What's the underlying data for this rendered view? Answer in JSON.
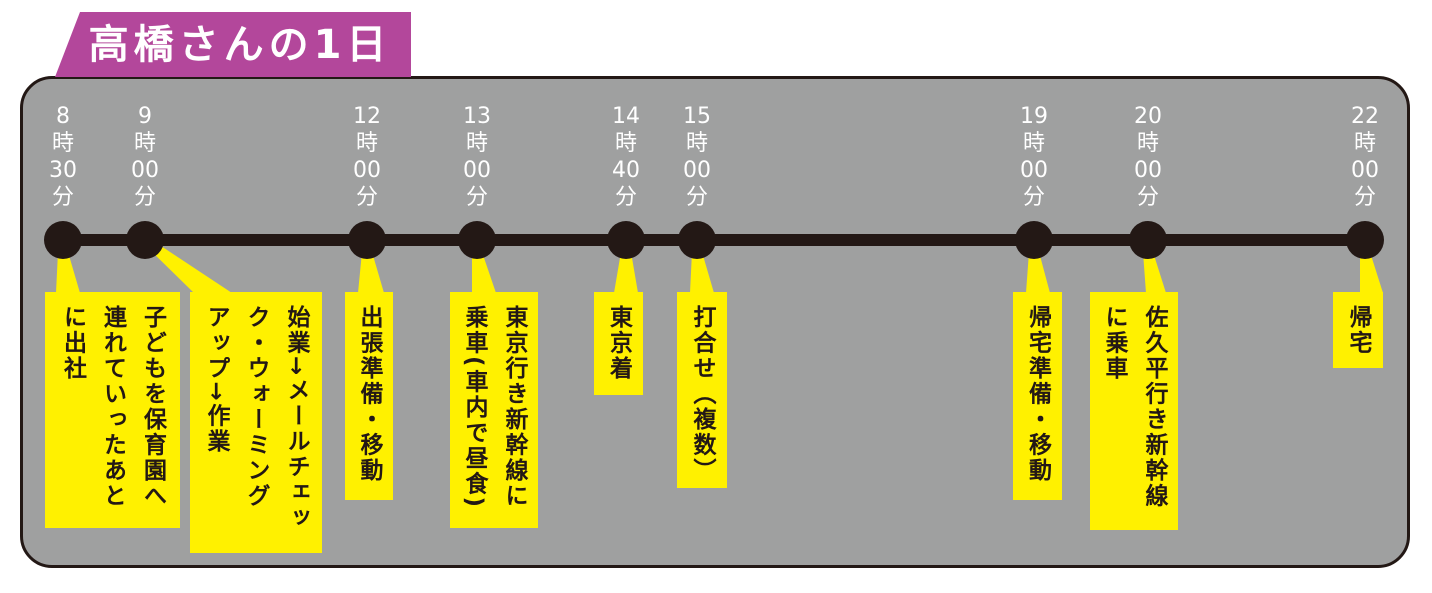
{
  "title": "高橋さんの1日",
  "units": {
    "hour": "時",
    "minute": "分"
  },
  "events": [
    {
      "hour": "8",
      "minute": "30",
      "note": [
        "子どもを保育園へ",
        "連れていったあと",
        "に出社"
      ]
    },
    {
      "hour": "9",
      "minute": "00",
      "note": [
        "始業→メールチェッ",
        "ク・ウォーミング",
        "アップ→作業"
      ]
    },
    {
      "hour": "12",
      "minute": "00",
      "note": [
        "出張準備・移動"
      ]
    },
    {
      "hour": "13",
      "minute": "00",
      "note": [
        "東京行き新幹線に",
        "乗車(車内で昼食)"
      ]
    },
    {
      "hour": "14",
      "minute": "40",
      "note": [
        "東京着"
      ]
    },
    {
      "hour": "15",
      "minute": "00",
      "note": [
        "打合せ（複数）"
      ]
    },
    {
      "hour": "19",
      "minute": "00",
      "note": [
        "帰宅準備・移動"
      ]
    },
    {
      "hour": "20",
      "minute": "00",
      "note": [
        "佐久平行き新幹線",
        "に乗車"
      ]
    },
    {
      "hour": "22",
      "minute": "00",
      "note": [
        "帰宅"
      ]
    }
  ],
  "colors": {
    "title_tab": "#b3479b",
    "panel": "#9fa0a0",
    "ink": "#231815",
    "callout": "#fff100",
    "time_label": "#ffffff"
  }
}
